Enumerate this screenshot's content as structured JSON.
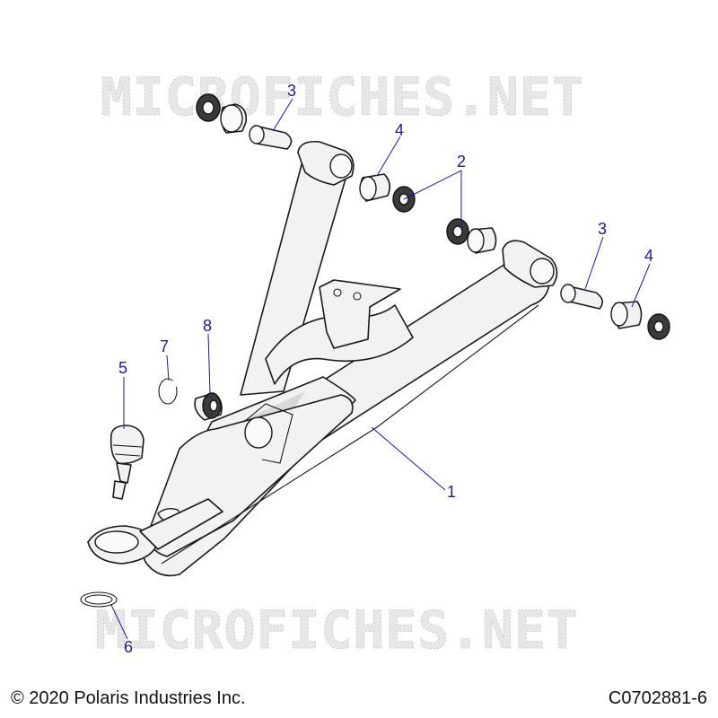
{
  "watermark": {
    "text": "MICROFICHES.NET"
  },
  "callouts": [
    {
      "id": "1",
      "label": "1"
    },
    {
      "id": "2",
      "label": "2"
    },
    {
      "id": "3a",
      "label": "3"
    },
    {
      "id": "3b",
      "label": "3"
    },
    {
      "id": "4a",
      "label": "4"
    },
    {
      "id": "4b",
      "label": "4"
    },
    {
      "id": "5",
      "label": "5"
    },
    {
      "id": "6",
      "label": "6"
    },
    {
      "id": "7",
      "label": "7"
    },
    {
      "id": "8",
      "label": "8"
    }
  ],
  "footer": {
    "copyright": "© 2020 Polaris Industries Inc.",
    "diagram_code": "C0702881-6"
  }
}
